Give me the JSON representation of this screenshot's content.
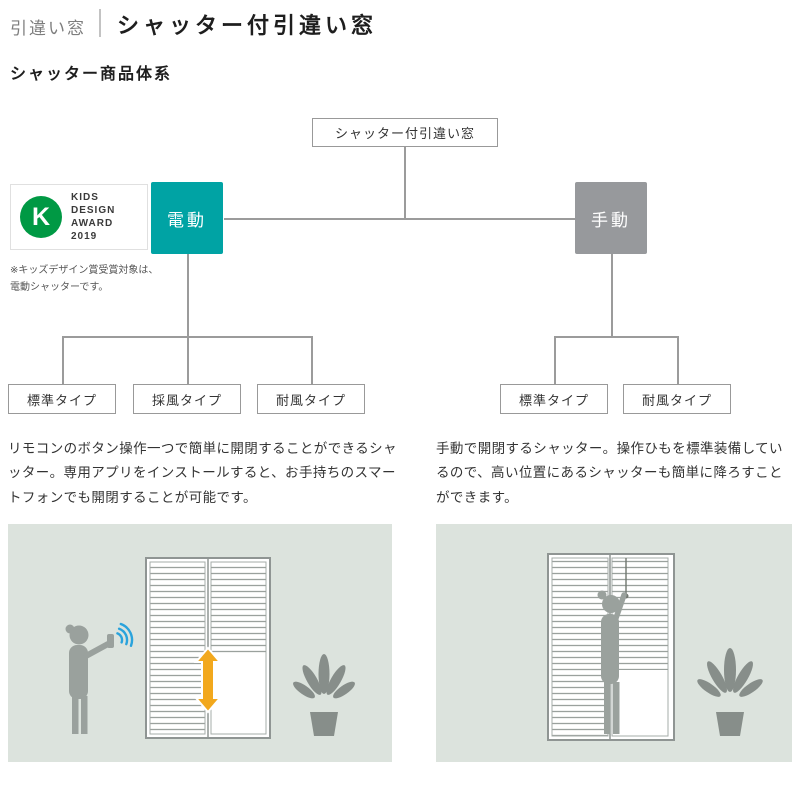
{
  "header": {
    "category": "引違い窓",
    "title": "シャッター付引違い窓"
  },
  "section_title": "シャッター商品体系",
  "tree": {
    "root": "シャッター付引違い窓",
    "electric": {
      "label": "電動",
      "types": [
        "標準タイプ",
        "採風タイプ",
        "耐風タイプ"
      ]
    },
    "manual": {
      "label": "手動",
      "types": [
        "標準タイプ",
        "耐風タイプ"
      ]
    }
  },
  "award": {
    "logo_letter": "K",
    "lines": [
      "KIDS",
      "DESIGN",
      "AWARD",
      "2019"
    ],
    "note": [
      "※キッズデザイン賞受賞対象は、",
      "電動シャッターです。"
    ]
  },
  "descriptions": {
    "electric": "リモコンのボタン操作一つで簡単に開閉することができるシャッター。専用アプリをインストールすると、お手持ちのスマートフォンでも開閉することが可能です。",
    "manual": "手動で開閉するシャッター。操作ひもを標準装備しているので、高い位置にあるシャッターも簡単に降ろすことができます。"
  },
  "colors": {
    "electric_box": "#00a3a4",
    "manual_box": "#97999c",
    "award_green": "#009944",
    "connector_gray": "#9b9b9b",
    "panel_background": "#dce3dd",
    "wifi_blue": "#2aa3dc",
    "arrow_orange": "#f2a81d",
    "silhouette_gray": "#9aa19d"
  }
}
